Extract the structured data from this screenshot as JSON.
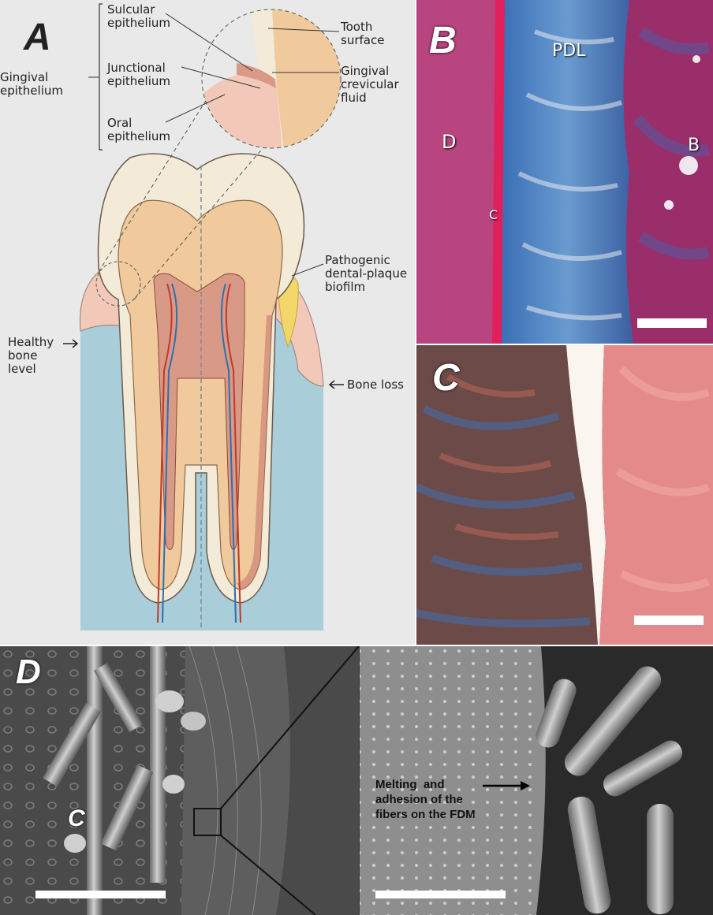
{
  "panel_a": {
    "letter": "A",
    "labels": {
      "sulcular": "Sulcular\nepithelium",
      "junctional": "Junctional\nepithelium",
      "oral": "Oral\nepithelium",
      "gingival": "Gingival\nepithelium",
      "tooth_surface": "Tooth\nsurface",
      "gcf": "Gingival\ncrevicular\nfluid",
      "plaque": "Pathogenic\ndental-plaque\nbiofilm",
      "healthy_bone": "Healthy\nbone\nlevel",
      "bone_loss": "Bone loss"
    },
    "colors": {
      "bone": "#a9cdd9",
      "enamel": "#f4ead8",
      "dentin": "#f0c99c",
      "pulp": "#d89a86",
      "gum": "#f2c9b9",
      "plaque": "#f2d66a"
    }
  },
  "panel_b": {
    "letter": "B",
    "labels": {
      "d": "D",
      "c": "C",
      "pdl": "PDL",
      "b": "B"
    }
  },
  "panel_c": {
    "letter": "C"
  },
  "panel_d": {
    "letter": "D",
    "side_label": "C",
    "annotation": "Melting  and\nadhesion of the\nfibers on the FDM"
  }
}
